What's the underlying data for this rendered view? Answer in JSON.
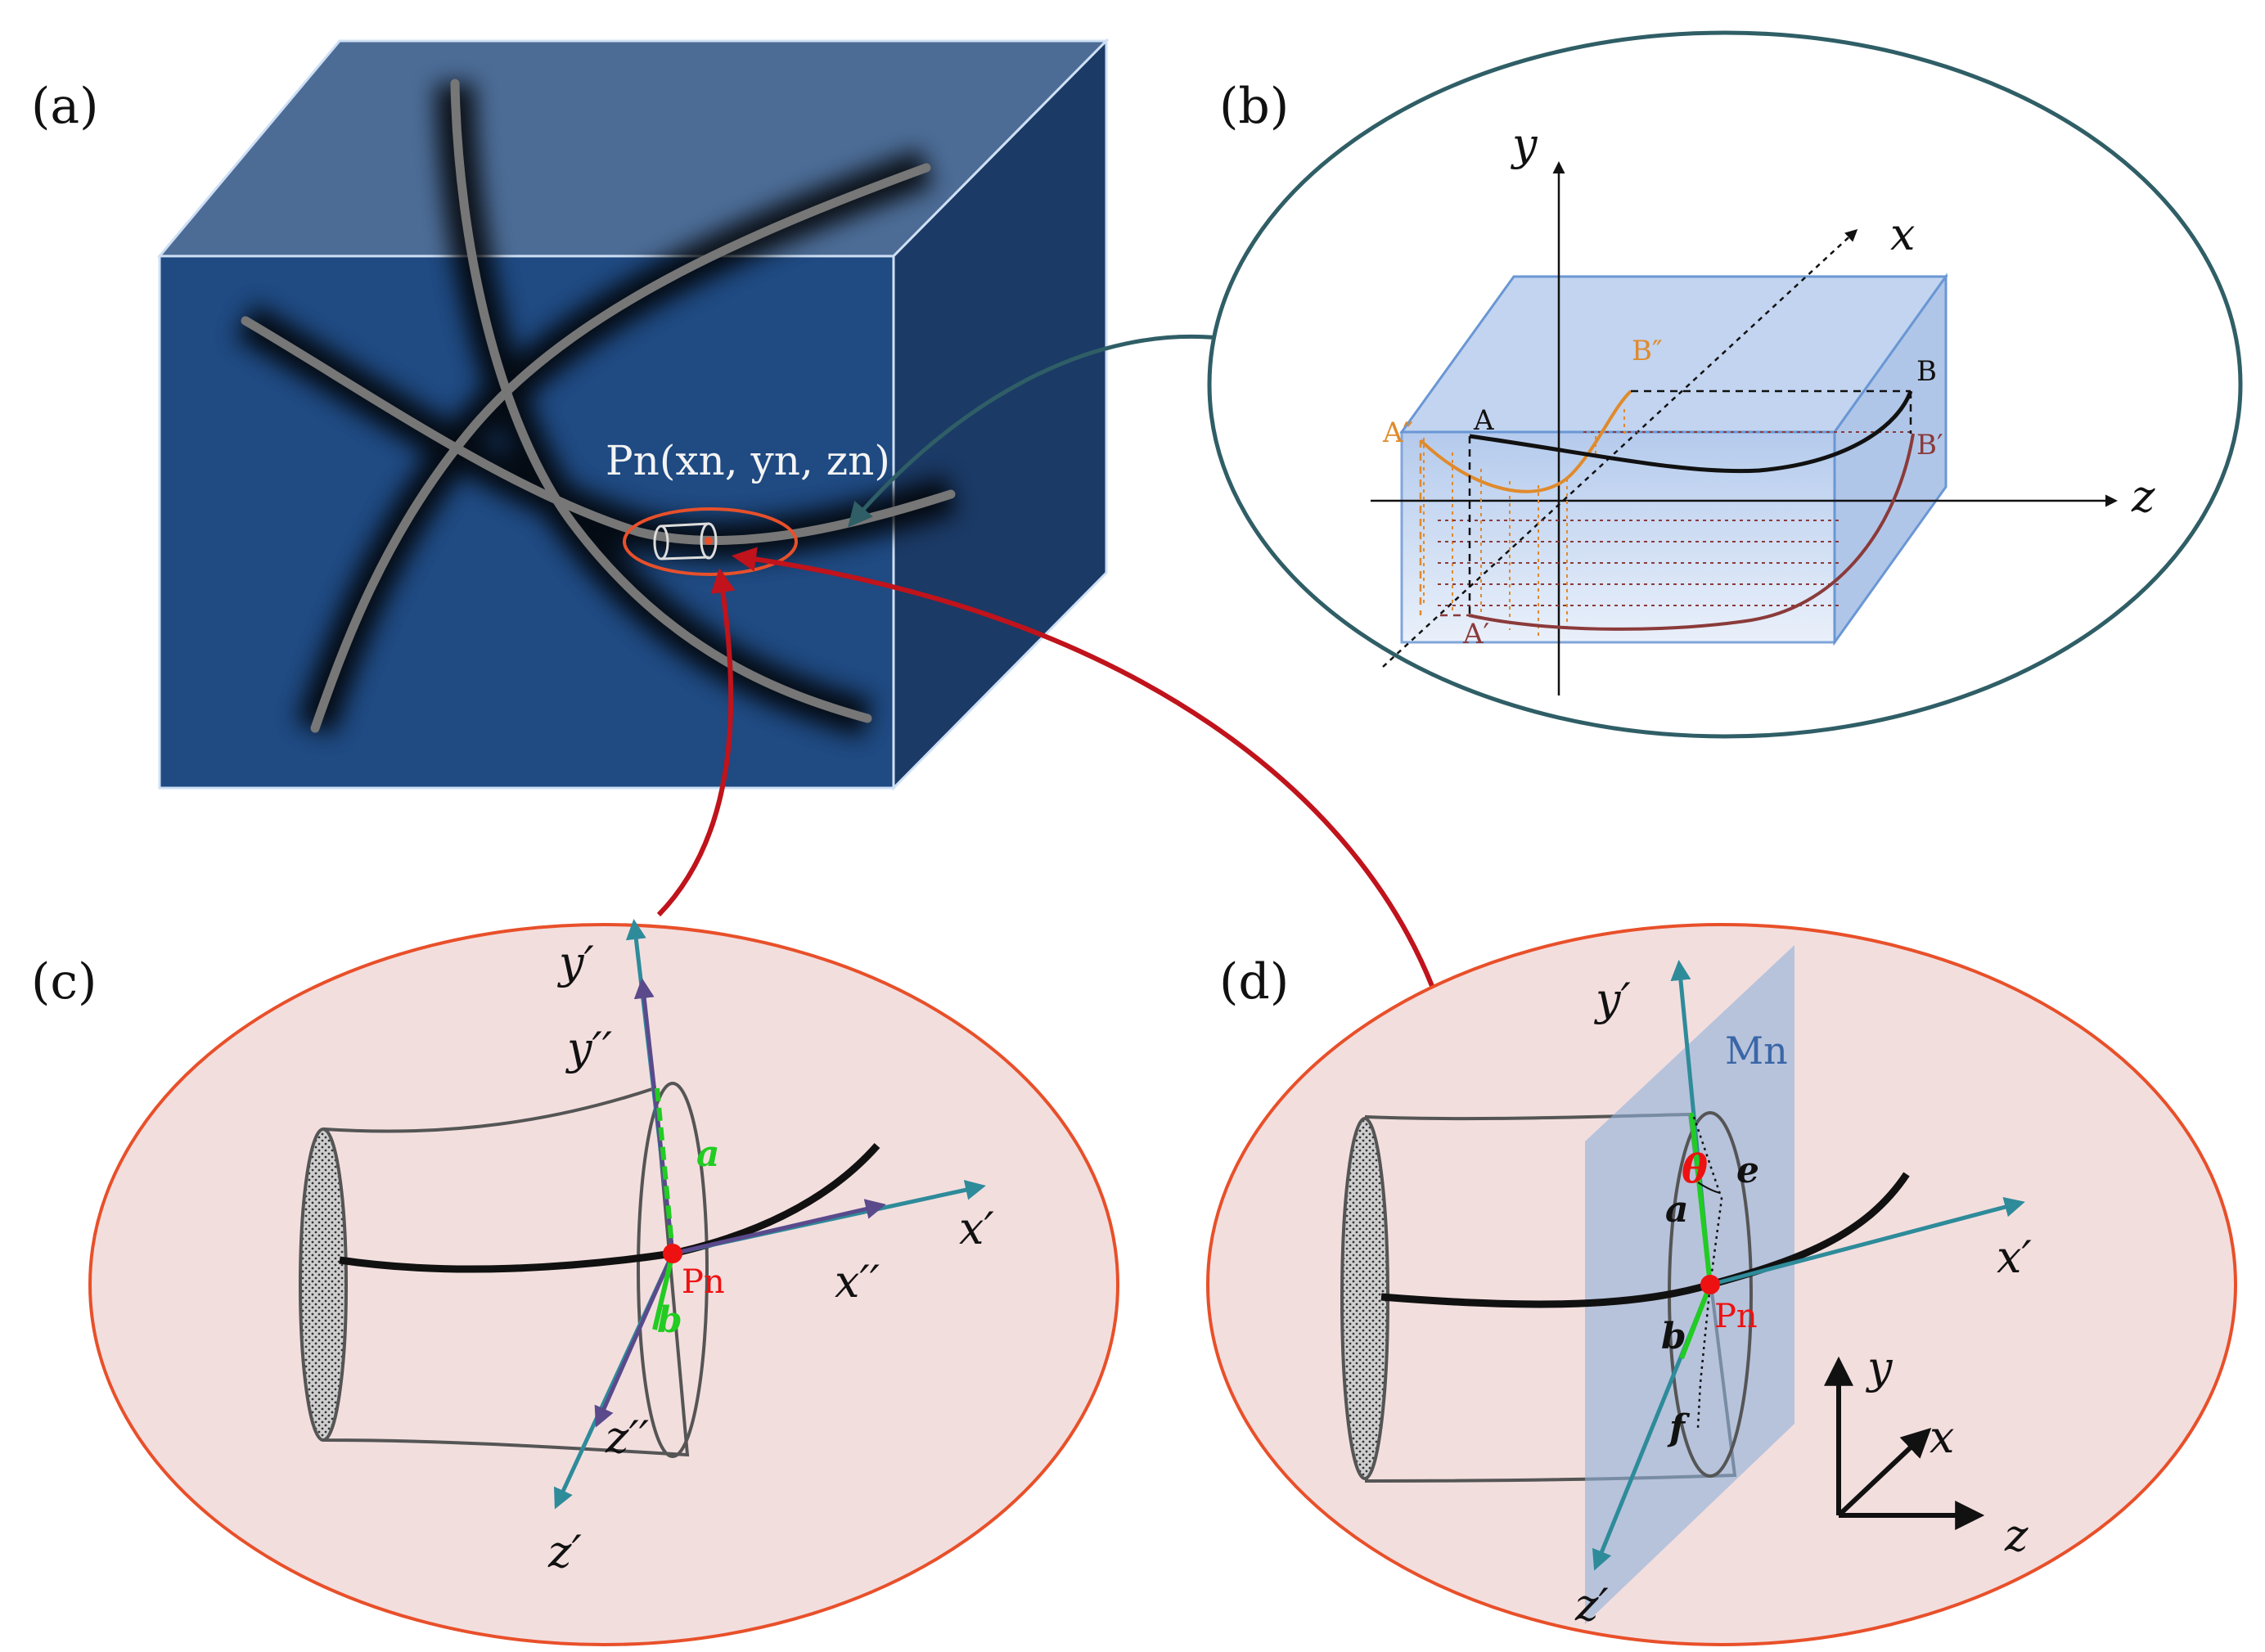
{
  "panels": {
    "a": {
      "label": "(a)",
      "point_label": "Pn(xn, yn, zn)"
    },
    "b": {
      "label": "(b)",
      "axes": {
        "x": "x",
        "y": "y",
        "z": "z"
      },
      "points": {
        "A": "A",
        "A1": "A′",
        "A2": "A″",
        "B": "B",
        "B1": "B′",
        "B2": "B″"
      }
    },
    "c": {
      "label": "(c)",
      "axes": {
        "x1": "x′",
        "x2": "x′′",
        "y1": "y′",
        "y2": "y′′",
        "z1": "z′",
        "z2": "z′′"
      },
      "segments": {
        "a": "a",
        "b": "b"
      },
      "point": "Pn"
    },
    "d": {
      "label": "(d)",
      "axes": {
        "x1": "x′",
        "y1": "y′",
        "z1": "z′"
      },
      "plane": "Mn",
      "segments": {
        "a": "a",
        "b": "b",
        "e": "e",
        "f": "f"
      },
      "angle": "θ",
      "point": "Pn",
      "ref_axes": {
        "x": "x",
        "y": "y",
        "z": "z"
      }
    }
  },
  "colors": {
    "cube_front": "#1f4a82",
    "cube_top": "#4c6c96",
    "cube_side": "#1b3a66",
    "ellipse_b_fill": "#ffffff",
    "ellipse_b_stroke": "#2f5e66",
    "ellipse_cd_fill": "#f3dede",
    "ellipse_cd_stroke": "#e8502a",
    "arrow_red": "#c0131b",
    "teal": "#2e8b9a",
    "purple": "#5a4a8c",
    "green": "#22cc22",
    "orange": "#e08a2c",
    "brown": "#8b3a3a",
    "plane": "#8fb1d8"
  }
}
